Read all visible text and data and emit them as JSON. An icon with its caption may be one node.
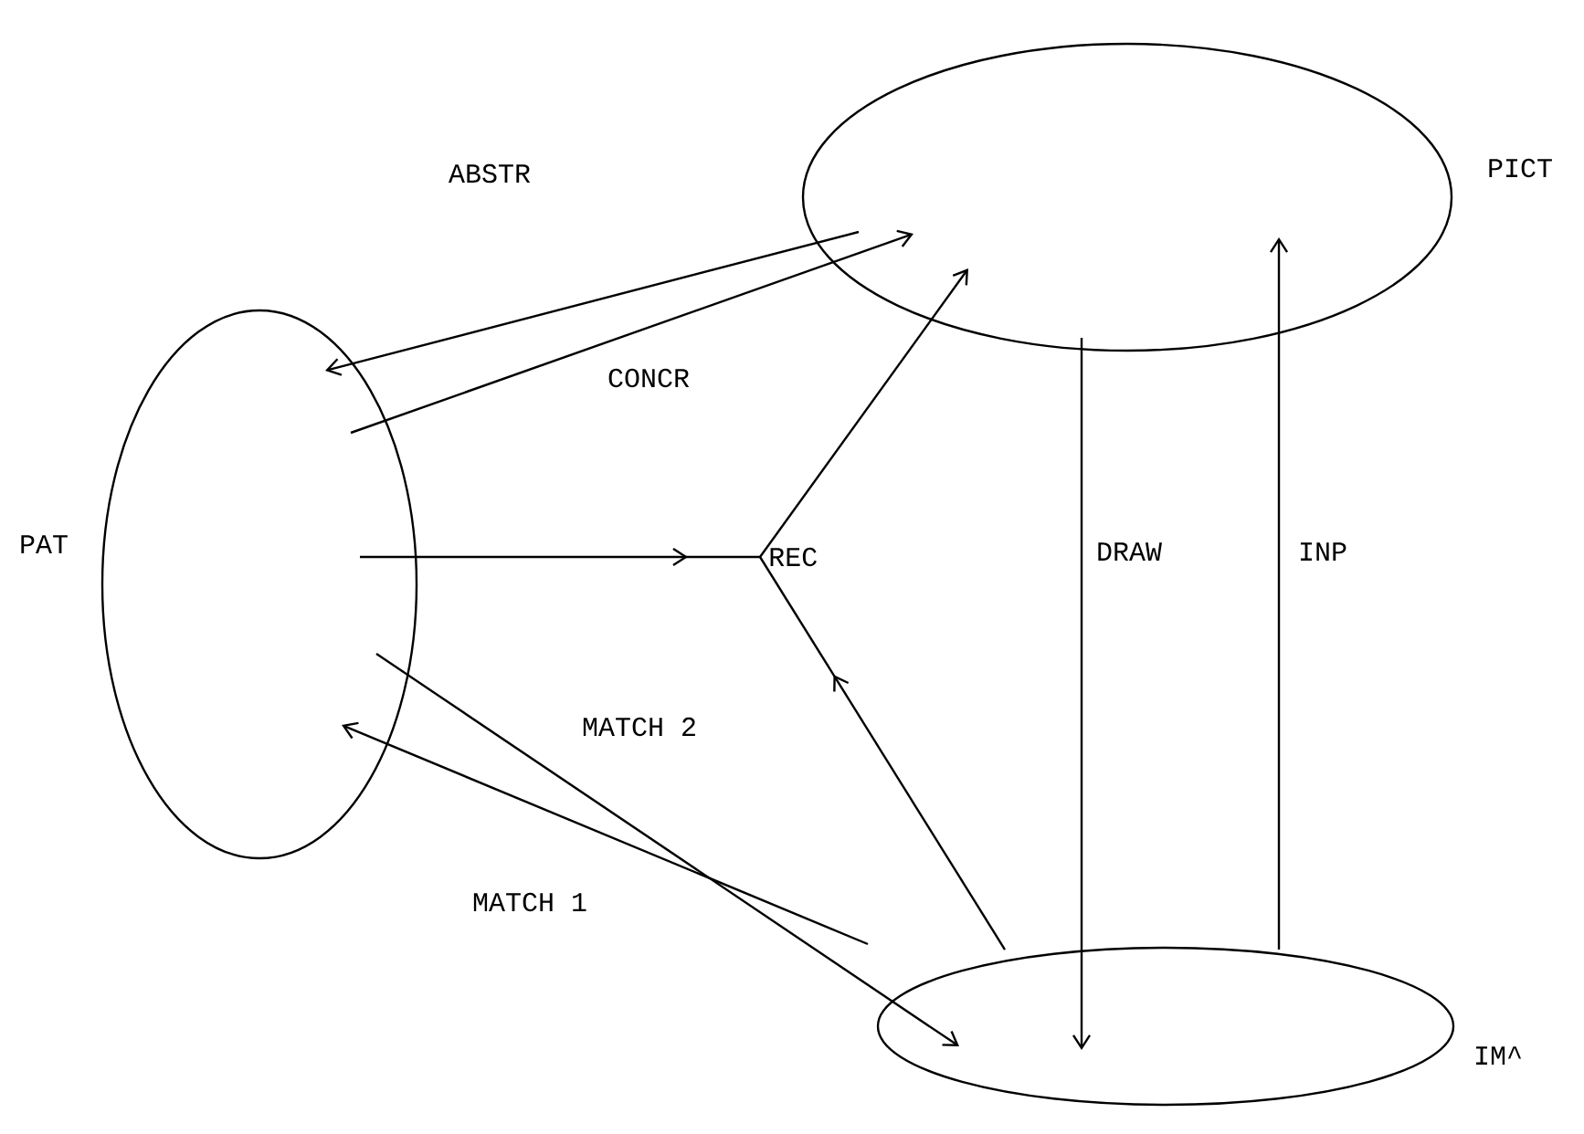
{
  "diagram": {
    "nodes": [
      {
        "text": [
          "PAT"
        ]
      },
      {
        "text": [
          "PICT"
        ]
      },
      {
        "text": [
          "IM^"
        ]
      },
      {
        "text": [
          "REC"
        ]
      }
    ],
    "edges": [
      {
        "from": 1,
        "to": 0,
        "arrow": "to",
        "label": "ABSTR"
      },
      {
        "from": 0,
        "to": 1,
        "arrow": "to",
        "label": "CONCR"
      },
      {
        "from": 0,
        "to": 3,
        "arrow": "to"
      },
      {
        "from": 3,
        "to": 1,
        "arrow": "to"
      },
      {
        "from": 2,
        "to": 3,
        "arrow": "to"
      },
      {
        "from": 1,
        "to": 2,
        "arrow": "to",
        "label": "DRAW"
      },
      {
        "from": 2,
        "to": 1,
        "arrow": "to",
        "label": "INP"
      },
      {
        "from": 0,
        "to": 2,
        "arrow": "to",
        "label": "MATCH 2"
      },
      {
        "from": 2,
        "to": 0,
        "arrow": "to",
        "label": "MATCH 1"
      }
    ]
  }
}
